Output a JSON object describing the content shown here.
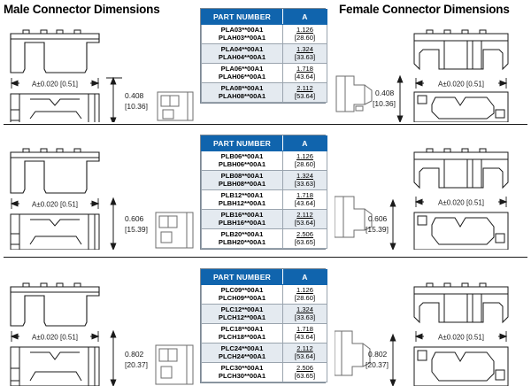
{
  "titles": {
    "male": "Male Connector Dimensions",
    "female": "Female Connector Dimensions"
  },
  "table_headers": {
    "part_number": "PART NUMBER",
    "a": "A"
  },
  "dimension_labels": {
    "width_a": "A±0.020 [0.51]",
    "row1_height_in": "0.408",
    "row1_height_mm": "[10.36]",
    "row2_height_in": "0.606",
    "row2_height_mm": "[15.39]",
    "row3_height_in": "0.802",
    "row3_height_mm": "[20.37]"
  },
  "colors": {
    "header_blue": "#1064ad",
    "row_shade": "#e4eaf0",
    "line": "#1a1a1a",
    "table_border": "#7b8793"
  },
  "tables": [
    {
      "id": "table-1",
      "series": "PLA",
      "rows": [
        {
          "pn_top": "PLA03**00A1",
          "pn_bottom": "PLAH03**00A1",
          "a_in": "1.126",
          "a_mm": "[28.60]",
          "shaded": false
        },
        {
          "pn_top": "PLA04**00A1",
          "pn_bottom": "PLAH04**00A1",
          "a_in": "1.324",
          "a_mm": "[33.63]",
          "shaded": true
        },
        {
          "pn_top": "PLA06**00A1",
          "pn_bottom": "PLAH06**00A1",
          "a_in": "1.718",
          "a_mm": "[43.64]",
          "shaded": false
        },
        {
          "pn_top": "PLA08**00A1",
          "pn_bottom": "PLAH08**00A1",
          "a_in": "2.112",
          "a_mm": "[53.64]",
          "shaded": true
        }
      ]
    },
    {
      "id": "table-2",
      "series": "PLB",
      "rows": [
        {
          "pn_top": "PLB06**00A1",
          "pn_bottom": "PLBH06**00A1",
          "a_in": "1.126",
          "a_mm": "[28.60]",
          "shaded": false
        },
        {
          "pn_top": "PLB08**00A1",
          "pn_bottom": "PLBH08**00A1",
          "a_in": "1.324",
          "a_mm": "[33.63]",
          "shaded": true
        },
        {
          "pn_top": "PLB12**00A1",
          "pn_bottom": "PLBH12**00A1",
          "a_in": "1.718",
          "a_mm": "[43.64]",
          "shaded": false
        },
        {
          "pn_top": "PLB16**00A1",
          "pn_bottom": "PLBH16**00A1",
          "a_in": "2.112",
          "a_mm": "[53.64]",
          "shaded": true
        },
        {
          "pn_top": "PLB20**00A1",
          "pn_bottom": "PLBH20**00A1",
          "a_in": "2.506",
          "a_mm": "[63.65]",
          "shaded": false
        }
      ]
    },
    {
      "id": "table-3",
      "series": "PLC",
      "rows": [
        {
          "pn_top": "PLC09**00A1",
          "pn_bottom": "PLCH09**00A1",
          "a_in": "1.126",
          "a_mm": "[28.60]",
          "shaded": false
        },
        {
          "pn_top": "PLC12**00A1",
          "pn_bottom": "PLCH12**00A1",
          "a_in": "1.324",
          "a_mm": "[33.63]",
          "shaded": true
        },
        {
          "pn_top": "PLC18**00A1",
          "pn_bottom": "PLCH18**00A1",
          "a_in": "1.718",
          "a_mm": "[43.64]",
          "shaded": false
        },
        {
          "pn_top": "PLC24**00A1",
          "pn_bottom": "PLCH24**00A1",
          "a_in": "2.112",
          "a_mm": "[53.64]",
          "shaded": true
        },
        {
          "pn_top": "PLC30**00A1",
          "pn_bottom": "PLCH30**00A1",
          "a_in": "2.506",
          "a_mm": "[63.65]",
          "shaded": false
        }
      ]
    }
  ]
}
